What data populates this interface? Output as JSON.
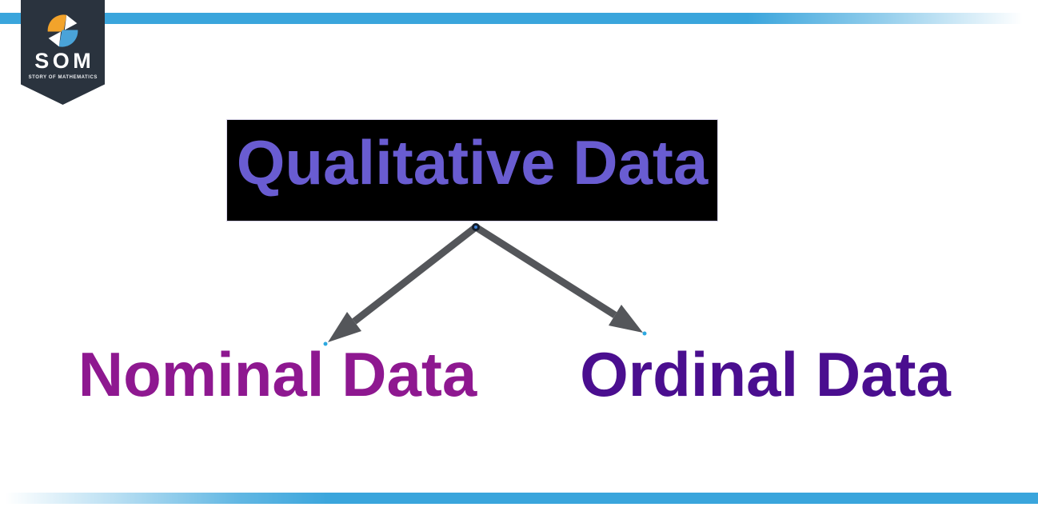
{
  "colors": {
    "stripe_blue": "#3AA5DC",
    "banner_dark": "#2A333E",
    "logo_orange": "#F2A32B",
    "logo_blue": "#4AA3D8",
    "title_bg": "#000000",
    "title_text": "#695CD1",
    "nominal_text": "#8E1890",
    "ordinal_text": "#4A0E8F",
    "arrow_gray": "#54565A",
    "endpoint_blue": "#2CA8E0"
  },
  "branding": {
    "logo_text": "SOM",
    "tagline": "STORY OF MATHEMATICS"
  },
  "icons": {
    "logo": "som-pinwheel-icon"
  },
  "diagram": {
    "root_label": "Qualitative Data",
    "children": [
      {
        "label": "Nominal Data"
      },
      {
        "label": "Ordinal Data"
      }
    ]
  }
}
